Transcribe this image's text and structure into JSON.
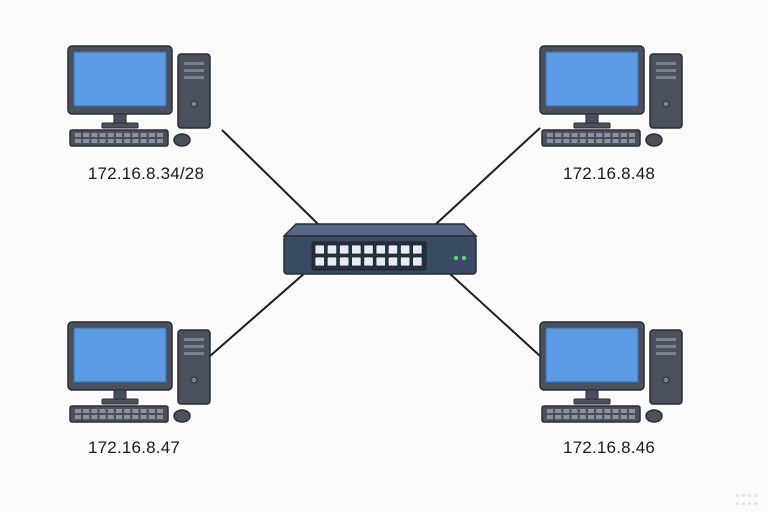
{
  "colors": {
    "background": "#fbfbfb",
    "screen": "#5a9be3",
    "casing": "#4b515c",
    "outline": "#2a2d33",
    "switch_body": "#3a4a63",
    "port": "#e8ecf2",
    "led": "#5fd37a",
    "cable": "#1e1e1e"
  },
  "nodes": {
    "top_left": {
      "ip": "172.16.8.34/28",
      "icon": "desktop-computer-icon"
    },
    "top_right": {
      "ip": "172.16.8.48",
      "icon": "desktop-computer-icon"
    },
    "bottom_left": {
      "ip": "172.16.8.47",
      "icon": "desktop-computer-icon"
    },
    "bottom_right": {
      "ip": "172.16.8.46",
      "icon": "desktop-computer-icon"
    }
  },
  "switch": {
    "icon": "network-switch-icon",
    "port_rows": 2,
    "ports_per_row": 9,
    "status_leds": 2
  }
}
